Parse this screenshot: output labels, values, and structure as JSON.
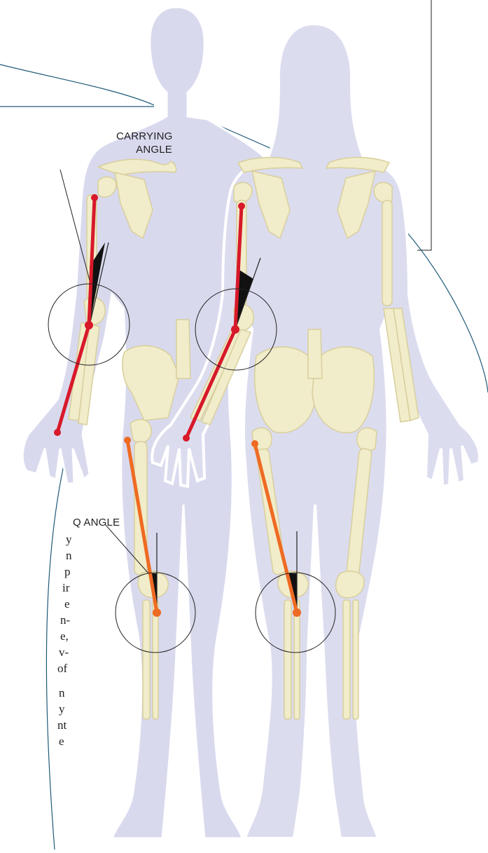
{
  "labels": {
    "carrying_angle_line1": "CARRYING",
    "carrying_angle_line2": "ANGLE",
    "q_angle": "Q ANGLE"
  },
  "text_fragments": [
    "y",
    "n",
    "p",
    "ir",
    "e",
    "n-",
    "e,",
    "v-",
    "of",
    "n",
    "y",
    "nt",
    "e"
  ],
  "colors": {
    "body_fill": "#d9d9ee",
    "body_outline": "#ffffff",
    "bone_fill": "#f1ecc9",
    "bone_stroke": "#d8cf9c",
    "carrying_line": "#d7192a",
    "q_line": "#ef6a22",
    "angle_wedge": "#111111",
    "frame_line": "#1e5a78",
    "leader_line": "#222222"
  },
  "icons": [
    "male-figure",
    "female-figure",
    "skeleton"
  ]
}
